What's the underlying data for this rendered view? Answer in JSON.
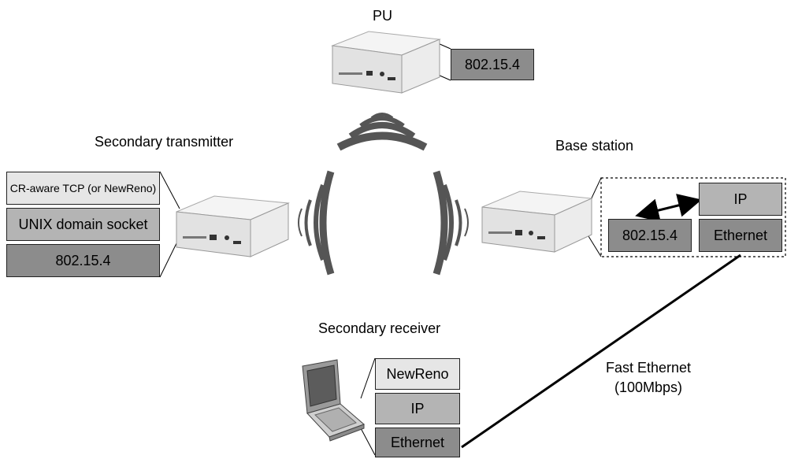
{
  "nodes": {
    "pu": {
      "label": "PU",
      "layers": [
        "802.15.4"
      ]
    },
    "secondary_transmitter": {
      "label": "Secondary transmitter",
      "layers": [
        "CR-aware TCP (or NewReno)",
        "UNIX domain socket",
        "802.15.4"
      ]
    },
    "base_station": {
      "label": "Base station",
      "layers": [
        "IP",
        "802.15.4",
        "Ethernet"
      ]
    },
    "secondary_receiver": {
      "label": "Secondary receiver",
      "layers": [
        "NewReno",
        "IP",
        "Ethernet"
      ]
    }
  },
  "link": {
    "line1": "Fast Ethernet",
    "line2": "(100Mbps)"
  },
  "icons": {
    "device": "embedded-box-icon",
    "laptop": "laptop-icon",
    "wireless": "wireless-signal-icon",
    "arrow": "double-arrow-icon"
  },
  "colors": {
    "dark": "#8c8c8c",
    "mid": "#b4b4b4",
    "light": "#e6e6e6",
    "wave": "#555555"
  }
}
